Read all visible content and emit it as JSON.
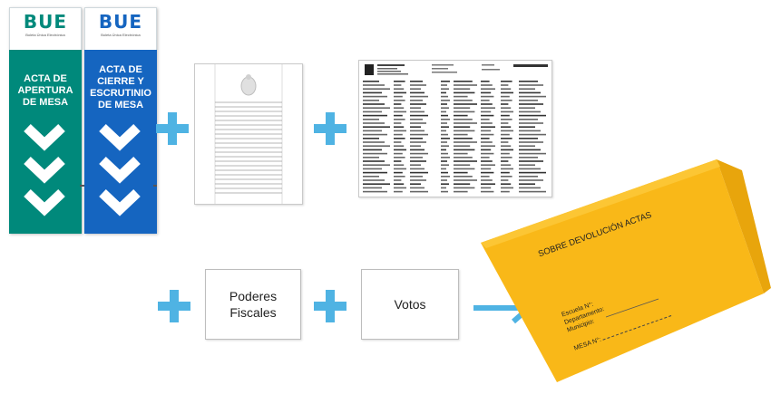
{
  "colors": {
    "acta_apertura": "#00897b",
    "acta_cierre": "#1565c0",
    "plus": "#4fb3e3",
    "envelope": "#f9b818",
    "logo_green": "#00897b",
    "logo_blue": "#1565c0"
  },
  "acta_apertura": {
    "logo": "BUE",
    "logo_sub": "Boleta Única Electrónica",
    "title_lines": [
      "ACTA DE",
      "APERTURA",
      "DE MESA"
    ]
  },
  "acta_cierre": {
    "logo": "BUE",
    "logo_sub": "Boleta Única Electrónica",
    "title_lines": [
      "ACTA DE",
      "CIERRE Y",
      "ESCRUTINIO",
      "DE MESA"
    ]
  },
  "poderes_box": {
    "line1": "Poderes",
    "line2": "Fiscales"
  },
  "votos_box": {
    "label": "Votos"
  },
  "envelope": {
    "title": "SOBRE DEVOLUCIÓN ACTAS",
    "escuela_label": "Escuela N°:",
    "departamento_label": "Departamento:",
    "municipio_label": "Municipio:",
    "mesa_label": "MESA N°:"
  },
  "icons": {
    "plus": "plus-icon",
    "arrow": "arrow-right-icon",
    "chevron": "chevron-down-icon"
  }
}
